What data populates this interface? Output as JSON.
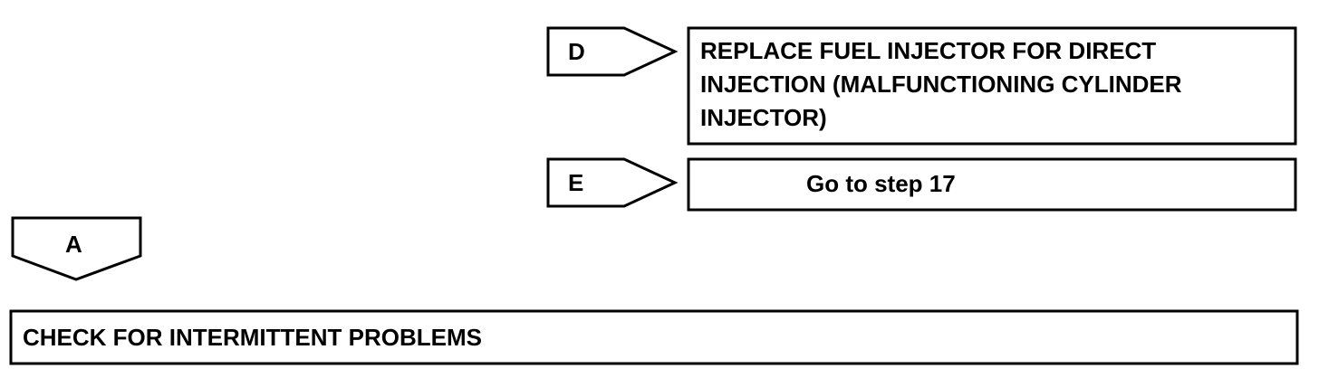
{
  "results": [
    {
      "code": "D",
      "action": "REPLACE FUEL INJECTOR FOR DIRECT INJECTION (MALFUNCTIONING CYLINDER INJECTOR)"
    },
    {
      "code": "E",
      "action": "Go to step 17"
    }
  ],
  "main_path": {
    "code": "A"
  },
  "next_step": {
    "label": "CHECK FOR INTERMITTENT PROBLEMS"
  },
  "colors": {
    "stroke": "#000000",
    "background": "#ffffff"
  }
}
